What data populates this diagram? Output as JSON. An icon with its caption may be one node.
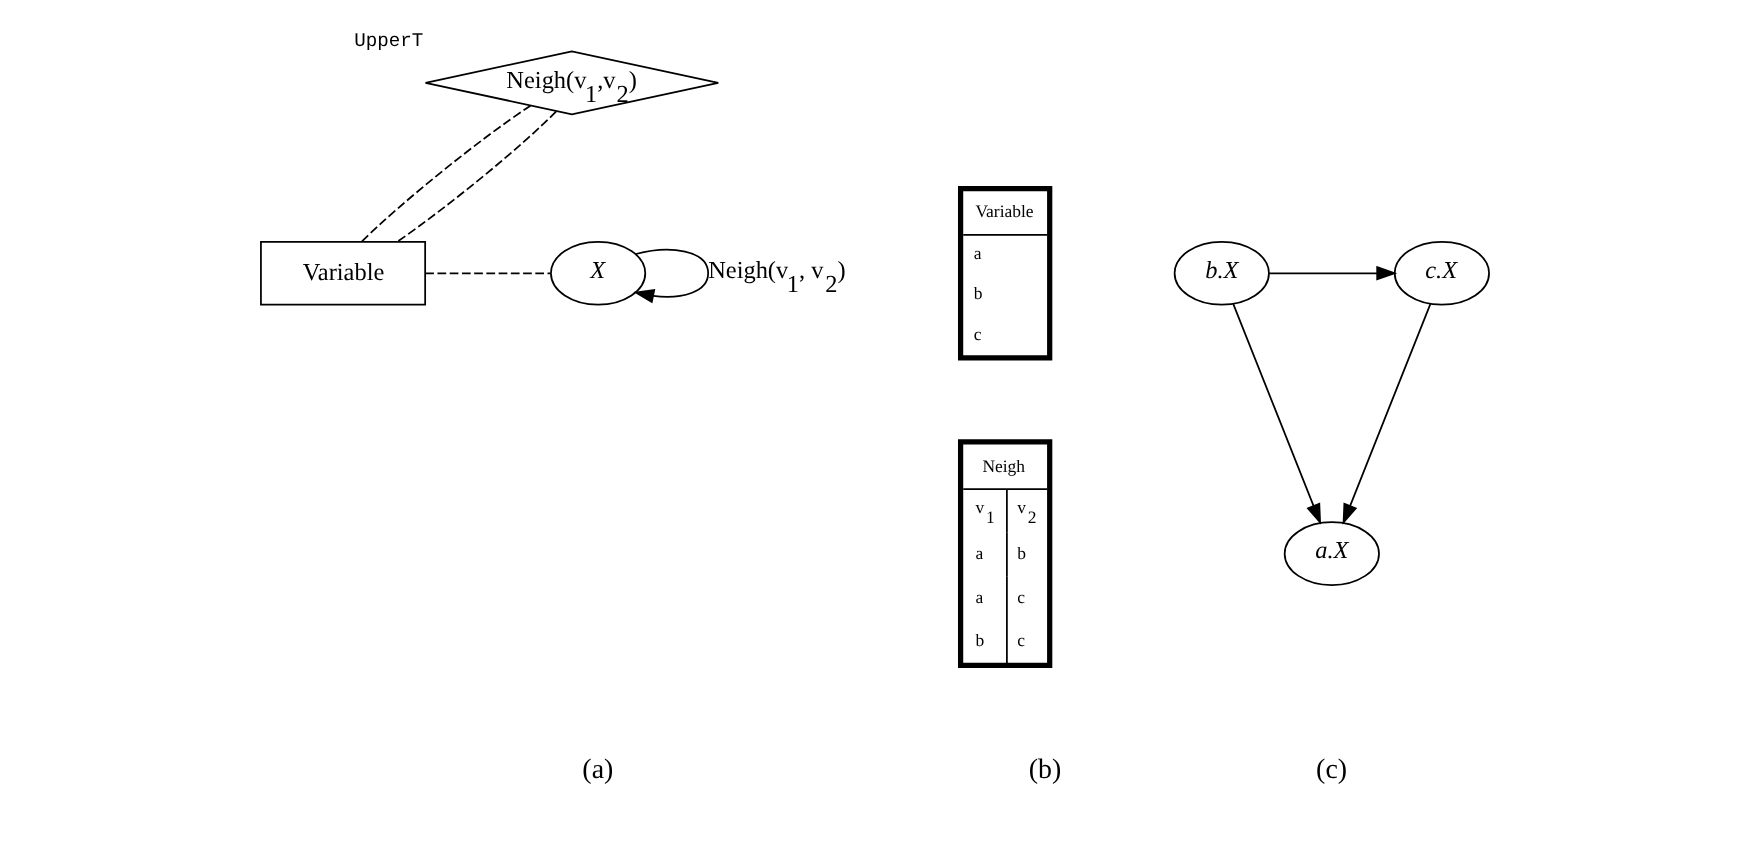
{
  "diagram": {
    "nodes": [
      {
        "text": [
          "Neigh(v$_{1}$,v$_{2}$)"
        ],
        "beside": [
          "UpperT"
        ]
      },
      {
        "text": [
          "Variable"
        ]
      },
      {
        "text": [
          "X"
        ]
      },
      {
        "text": [
          "Variable",
          "a",
          "b",
          "c"
        ]
      },
      {
        "text": [
          "Neigh",
          "v$_{1}$",
          "v$_{2}$",
          "a",
          "b",
          "a",
          "c",
          "b",
          "c"
        ]
      },
      {
        "text": [
          "a.X"
        ]
      },
      {
        "text": [
          "b.X"
        ]
      },
      {
        "text": [
          "c.X"
        ]
      }
    ],
    "edges": [
      {
        "from": 0,
        "to": 1,
        "arrow": "none",
        "style": "dashed"
      },
      {
        "from": 0,
        "to": 1,
        "arrow": "none",
        "style": "dashed"
      },
      {
        "from": 1,
        "to": 2,
        "arrow": "none",
        "style": "dashed"
      },
      {
        "from": 2,
        "to": 2,
        "arrow": "to",
        "label": "Neigh(v$_{1}$, v$_{2}$)"
      },
      {
        "from": 6,
        "to": 5,
        "arrow": "to"
      },
      {
        "from": 7,
        "to": 5,
        "arrow": "to"
      },
      {
        "from": 6,
        "to": 7,
        "arrow": "to"
      }
    ],
    "labels": [
      "(a)",
      "(b)",
      "(c)"
    ]
  }
}
